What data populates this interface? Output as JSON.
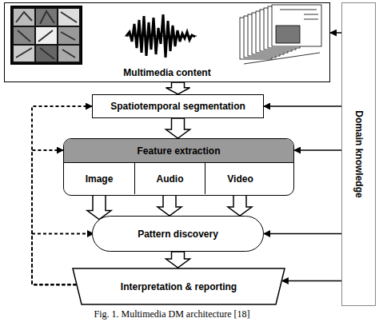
{
  "diagram": {
    "caption": "Fig. 1. Multimedia DM architecture [18]",
    "nodes": [
      {
        "text": [
          "Multimedia content"
        ]
      },
      {
        "text": [
          "Spatiotemporal segmentation"
        ]
      },
      {
        "text": [
          "Feature extraction"
        ]
      },
      {
        "text": [
          "Image"
        ],
        "in": 2
      },
      {
        "text": [
          "Audio"
        ],
        "in": 2
      },
      {
        "text": [
          "Video"
        ],
        "in": 2
      },
      {
        "text": [
          "Pattern discovery"
        ]
      },
      {
        "text": [
          "Interpretation & reporting"
        ]
      },
      {
        "text": [
          "Domain knowledge"
        ]
      }
    ],
    "edges": [
      {
        "from": 0,
        "to": 1,
        "arrow": "to"
      },
      {
        "from": 1,
        "to": 2,
        "arrow": "to"
      },
      {
        "from": 3,
        "to": 6,
        "arrow": "to"
      },
      {
        "from": 4,
        "to": 6,
        "arrow": "to"
      },
      {
        "from": 5,
        "to": 6,
        "arrow": "to"
      },
      {
        "from": 6,
        "to": 7,
        "arrow": "to"
      },
      {
        "from": 8,
        "to": 0,
        "arrow": "to"
      },
      {
        "from": 8,
        "to": 1,
        "arrow": "to"
      },
      {
        "from": 8,
        "to": 2,
        "arrow": "to"
      },
      {
        "from": 8,
        "to": 6,
        "arrow": "to"
      },
      {
        "from": 8,
        "to": 7,
        "arrow": "to"
      },
      {
        "from": 7,
        "to": 1,
        "arrow": "to"
      },
      {
        "from": 7,
        "to": 2,
        "arrow": "to"
      },
      {
        "from": 7,
        "to": 6,
        "arrow": "to"
      }
    ]
  }
}
